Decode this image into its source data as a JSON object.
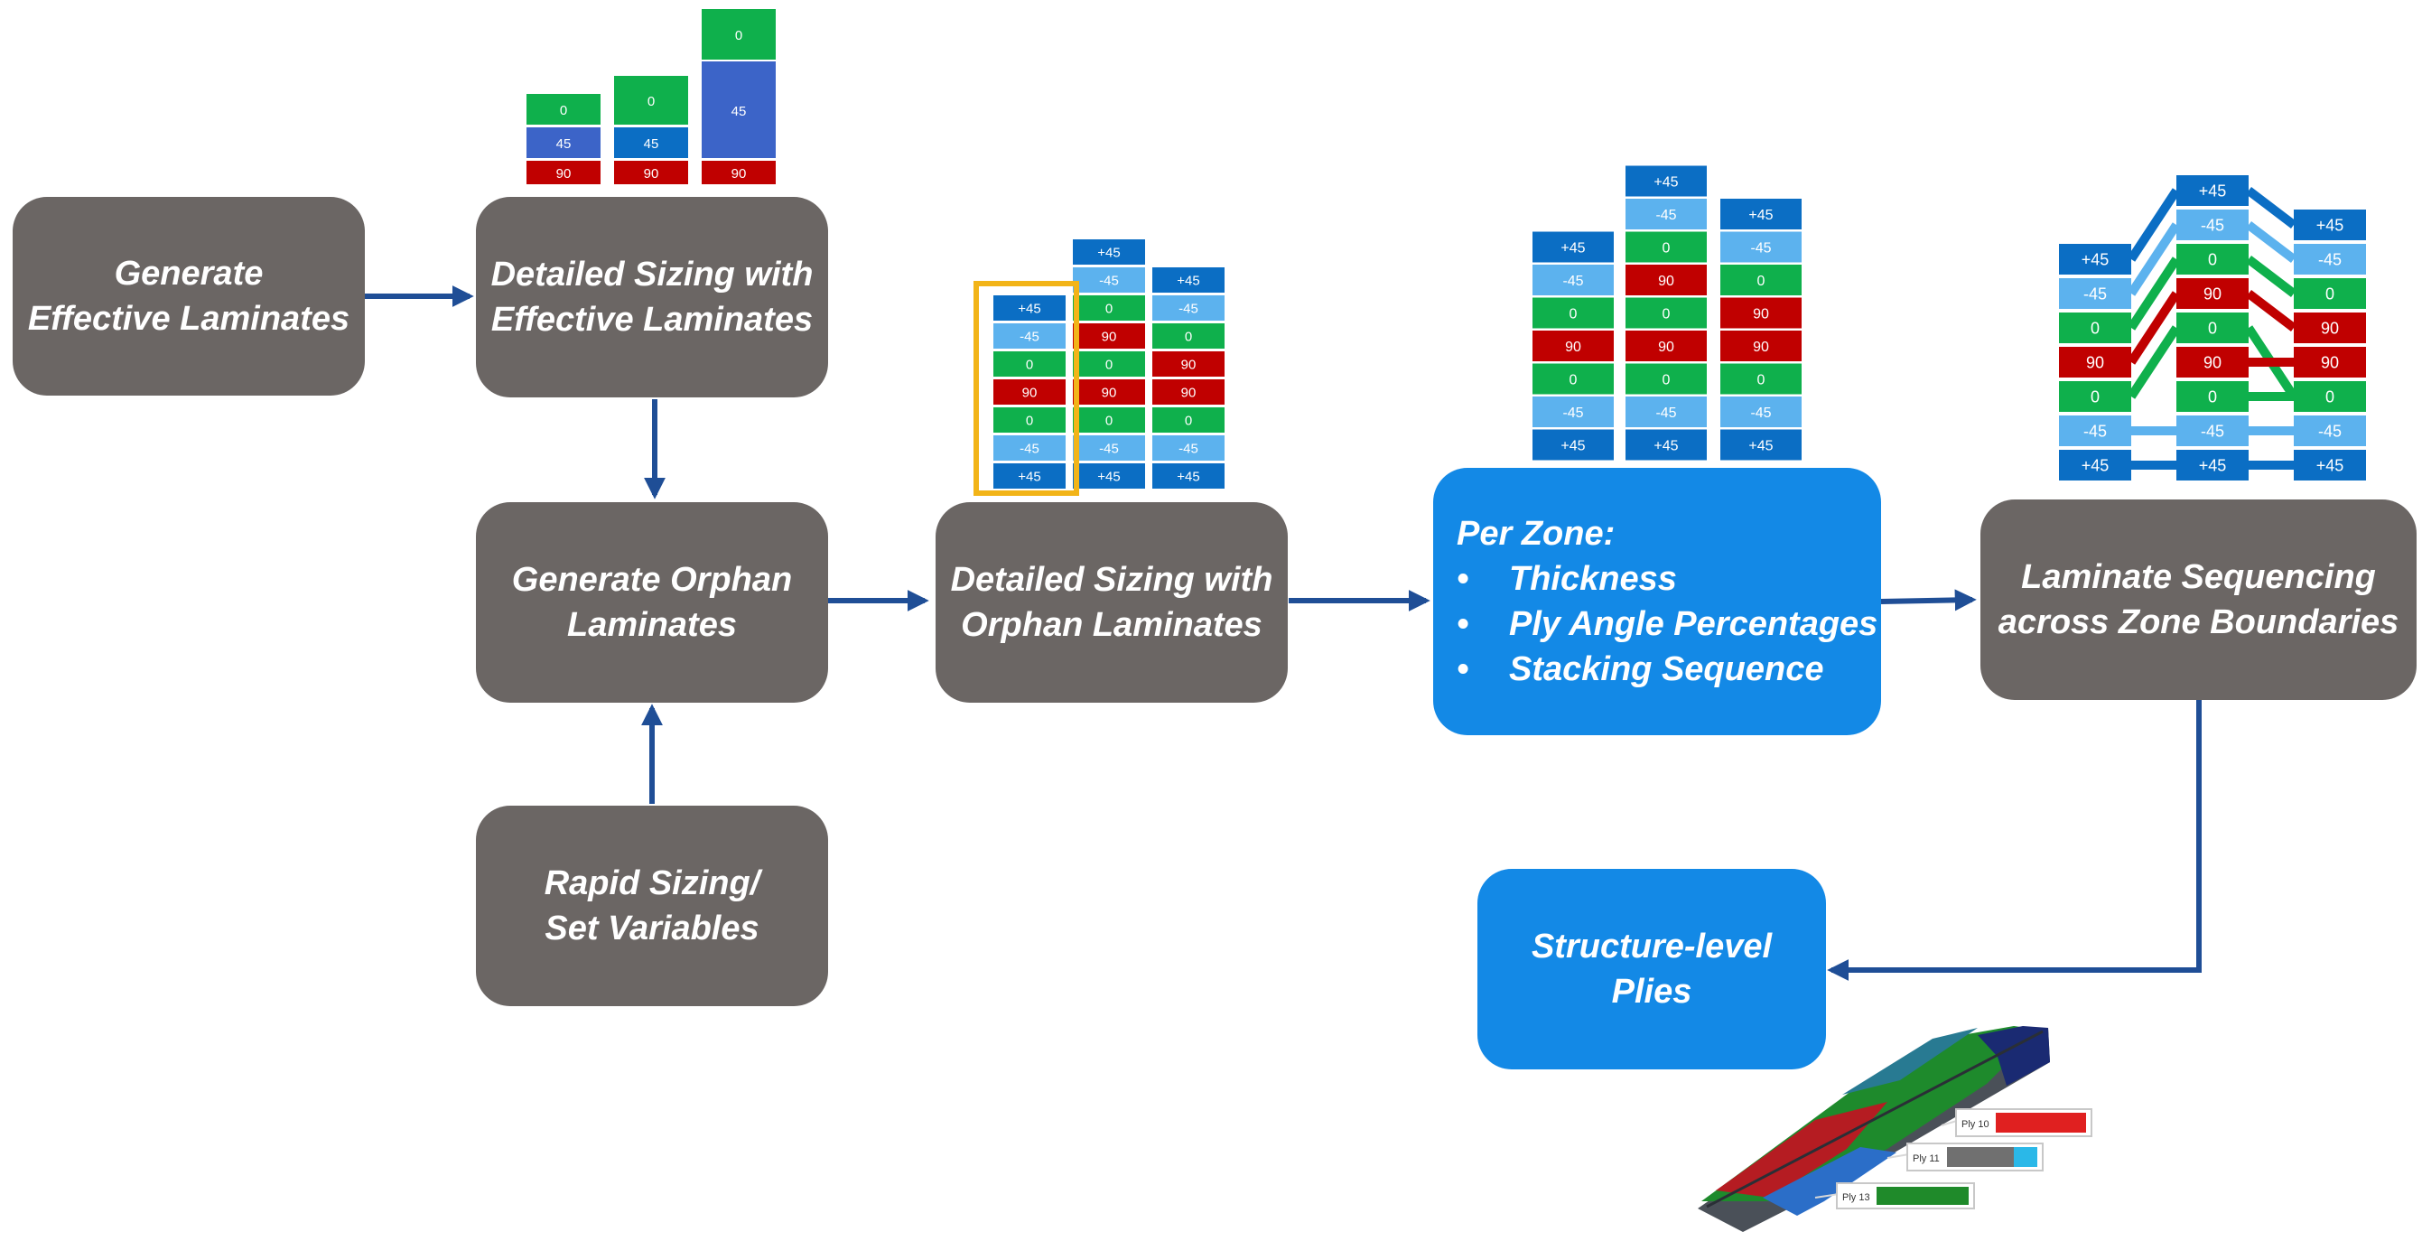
{
  "nodes": {
    "generate_effective": {
      "lines": [
        "Generate",
        "Effective Laminates"
      ]
    },
    "detailed_effective": {
      "lines": [
        "Detailed Sizing with",
        "Effective Laminates"
      ]
    },
    "generate_orphan": {
      "lines": [
        "Generate Orphan",
        "Laminates"
      ]
    },
    "rapid_sizing": {
      "lines": [
        "Rapid Sizing/",
        "Set Variables"
      ]
    },
    "detailed_orphan": {
      "lines": [
        "Detailed Sizing with",
        "Orphan Laminates"
      ]
    },
    "per_zone": {
      "title": "Per Zone:",
      "items": [
        "Thickness",
        "Ply Angle Percentages",
        "Stacking Sequence"
      ]
    },
    "sequencing": {
      "lines": [
        "Laminate Sequencing",
        "across Zone Boundaries"
      ]
    },
    "structure_plies": {
      "lines": [
        "Structure-level",
        "Plies"
      ]
    }
  },
  "colors": {
    "node_gray": "#6b6664",
    "node_blue": "#1389e6",
    "arrow": "#1f4e96",
    "ply_green": "#0fb04c",
    "ply_blue_45": "#3c64c8",
    "ply_plus45": "#0b6ec4",
    "ply_minus45": "#5cb2ee",
    "ply_90": "#c00000",
    "highlight": "#f2b418"
  },
  "stacks": {
    "effective": [
      [
        "0",
        "45",
        "90"
      ],
      [
        "0",
        "45",
        "90"
      ],
      [
        "0",
        "45",
        "90"
      ]
    ],
    "orphan": [
      [
        "+45",
        "-45",
        "0",
        "90",
        "0",
        "-45",
        "+45"
      ],
      [
        "+45",
        "-45",
        "0",
        "90",
        "0",
        "90",
        "0",
        "-45",
        "+45"
      ],
      [
        "+45",
        "-45",
        "0",
        "90",
        "90",
        "0",
        "-45",
        "+45"
      ]
    ],
    "per_zone": [
      [
        "+45",
        "-45",
        "0",
        "90",
        "0",
        "-45",
        "+45"
      ],
      [
        "+45",
        "-45",
        "0",
        "90",
        "0",
        "90",
        "0",
        "-45",
        "+45"
      ],
      [
        "+45",
        "-45",
        "0",
        "90",
        "90",
        "0",
        "-45",
        "+45"
      ]
    ],
    "sequencing": [
      [
        "+45",
        "-45",
        "0",
        "90",
        "0",
        "-45",
        "+45"
      ],
      [
        "+45",
        "-45",
        "0",
        "90",
        "0",
        "90",
        "0",
        "-45",
        "+45"
      ],
      [
        "+45",
        "-45",
        "0",
        "90",
        "90",
        "0",
        "-45",
        "+45"
      ]
    ]
  },
  "wing_labels": [
    "Ply 10",
    "Ply 11",
    "Ply 13"
  ]
}
